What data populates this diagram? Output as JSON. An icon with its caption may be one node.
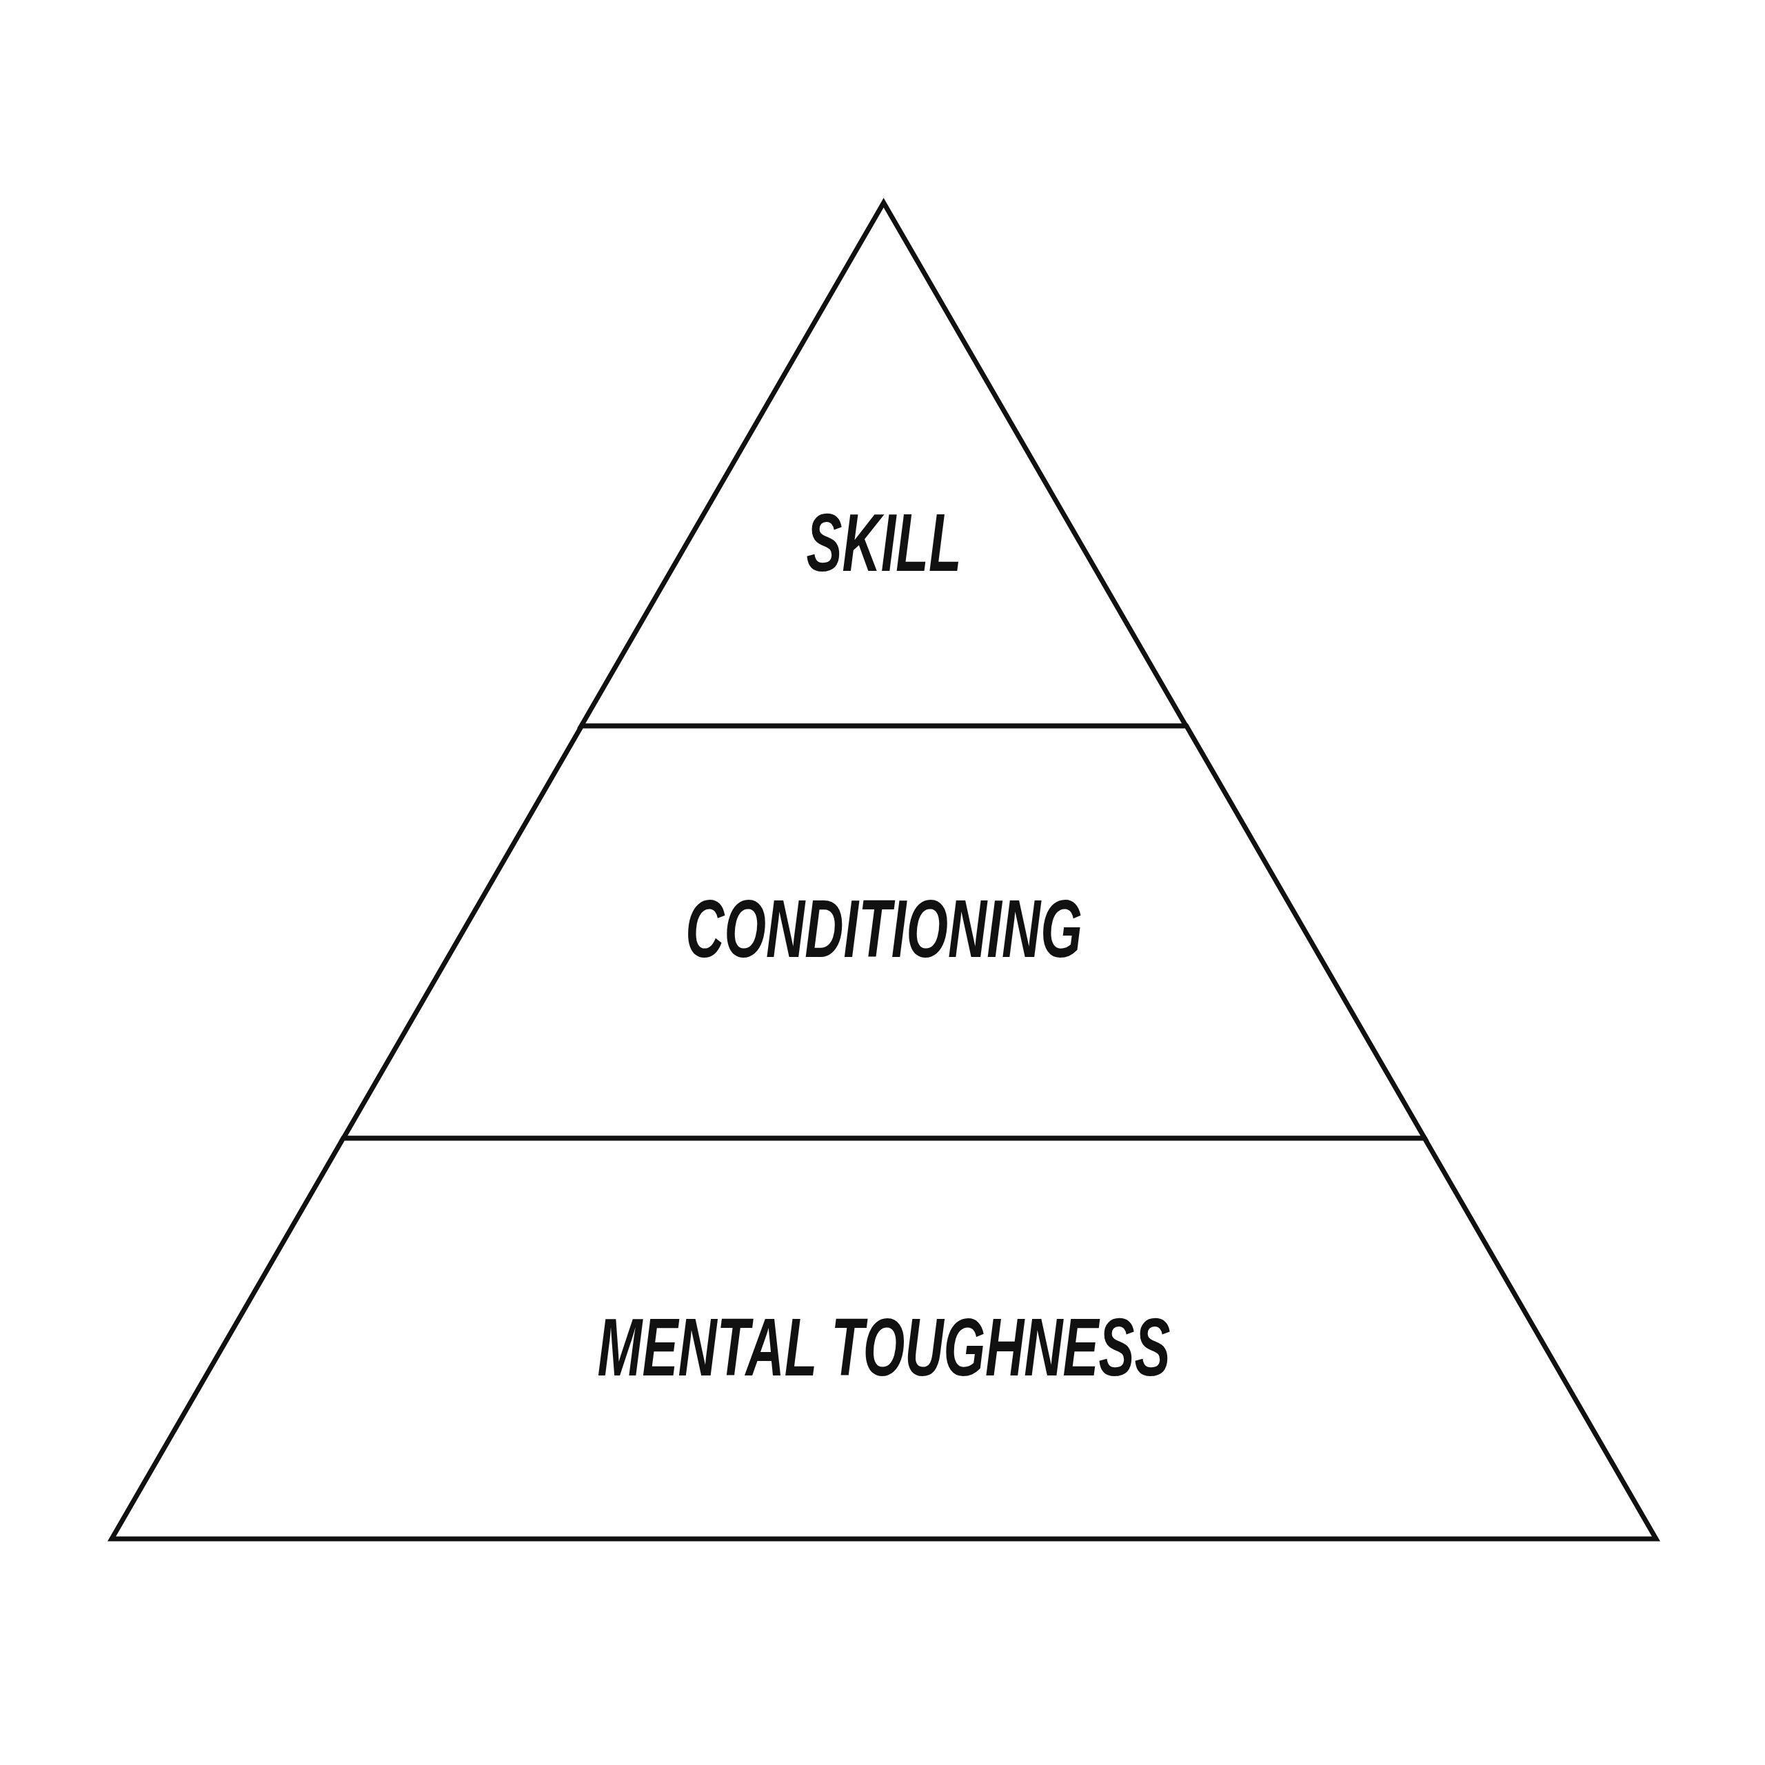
{
  "diagram": {
    "nodes": [
      {
        "text": [
          "SKILL"
        ]
      },
      {
        "text": [
          "CONDITIONING"
        ]
      },
      {
        "text": [
          "MENTAL TOUGHNESS"
        ]
      }
    ]
  }
}
